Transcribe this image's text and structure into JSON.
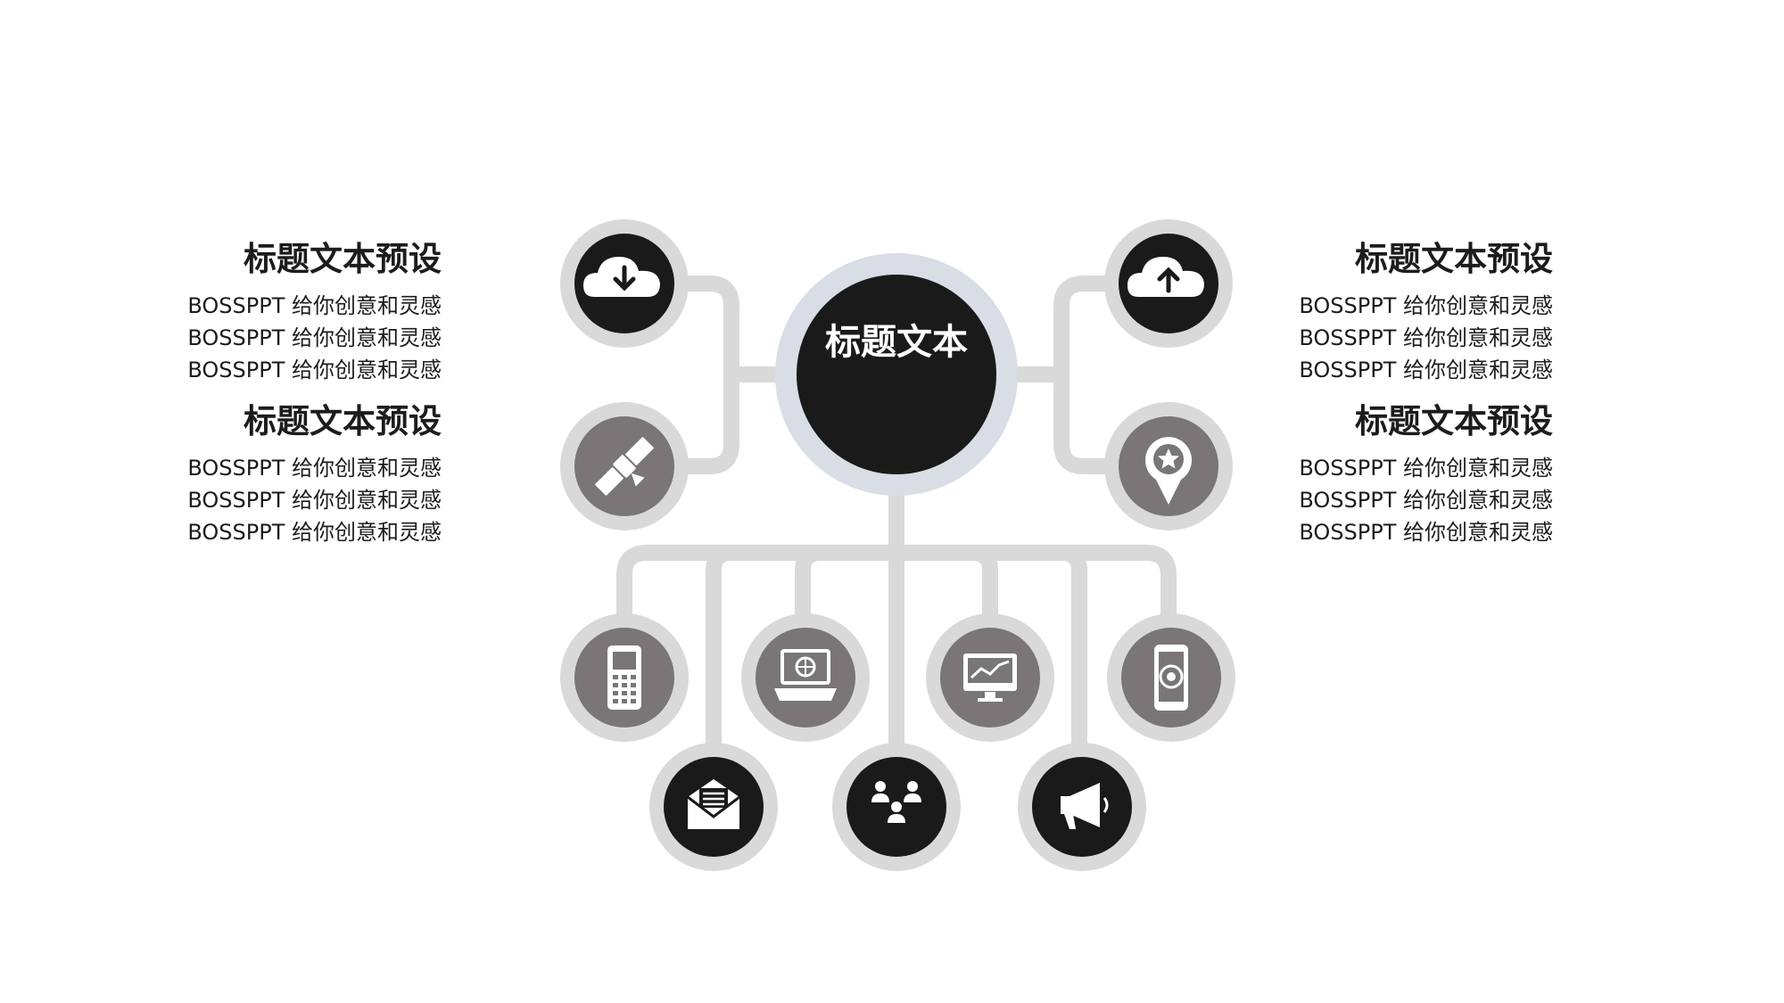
{
  "center": {
    "title": "标题文本"
  },
  "left_blocks": [
    {
      "title": "标题文本预设",
      "lines": [
        "BOSSPPT 给你创意和灵感",
        "BOSSPPT 给你创意和灵感",
        "BOSSPPT 给你创意和灵感"
      ]
    },
    {
      "title": "标题文本预设",
      "lines": [
        "BOSSPPT 给你创意和灵感",
        "BOSSPPT 给你创意和灵感",
        "BOSSPPT 给你创意和灵感"
      ]
    }
  ],
  "right_blocks": [
    {
      "title": "标题文本预设",
      "lines": [
        "BOSSPPT 给你创意和灵感",
        "BOSSPPT 给你创意和灵感",
        "BOSSPPT 给你创意和灵感"
      ]
    },
    {
      "title": "标题文本预设",
      "lines": [
        "BOSSPPT 给你创意和灵感",
        "BOSSPPT 给你创意和灵感",
        "BOSSPPT 给你创意和灵感"
      ]
    }
  ],
  "nodes": [
    {
      "icon": "cloud-download-icon",
      "fill": "#1a1a1a"
    },
    {
      "icon": "satellite-icon",
      "fill": "#7a7576"
    },
    {
      "icon": "cloud-upload-icon",
      "fill": "#1a1a1a"
    },
    {
      "icon": "location-pin-star-icon",
      "fill": "#7a7576"
    },
    {
      "icon": "mobile-phone-icon",
      "fill": "#7a7576"
    },
    {
      "icon": "laptop-icon",
      "fill": "#7a7576"
    },
    {
      "icon": "monitor-chart-icon",
      "fill": "#7a7576"
    },
    {
      "icon": "smartphone-target-icon",
      "fill": "#7a7576"
    },
    {
      "icon": "envelope-icon",
      "fill": "#1a1a1a"
    },
    {
      "icon": "users-group-icon",
      "fill": "#1a1a1a"
    },
    {
      "icon": "megaphone-icon",
      "fill": "#1a1a1a"
    }
  ],
  "colors": {
    "connector": "#d9d9d9",
    "center_ring": "#d8dde6",
    "center_fill": "#1a1a1a",
    "dark_node": "#1a1a1a",
    "gray_node": "#7a7576",
    "text": "#1c1c1c"
  }
}
